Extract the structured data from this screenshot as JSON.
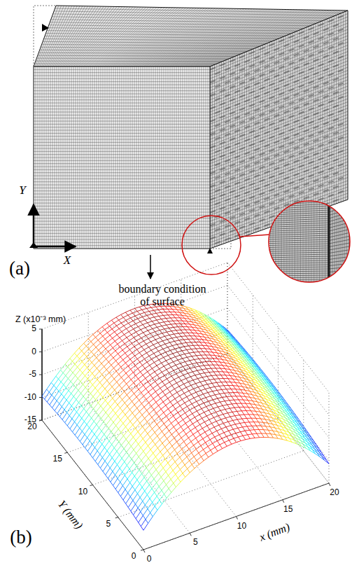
{
  "diagram": {
    "labels": [
      "(a)",
      "X",
      "Y",
      "boundary condition of surface",
      "Z (x10⁻³ mm)",
      "5",
      "0",
      "-5",
      "-10",
      "-15",
      "20",
      "15",
      "10",
      "5",
      "0",
      "0",
      "5",
      "10",
      "15",
      "20",
      "Y (mm)",
      "x (mm)",
      "(b)"
    ]
  }
}
